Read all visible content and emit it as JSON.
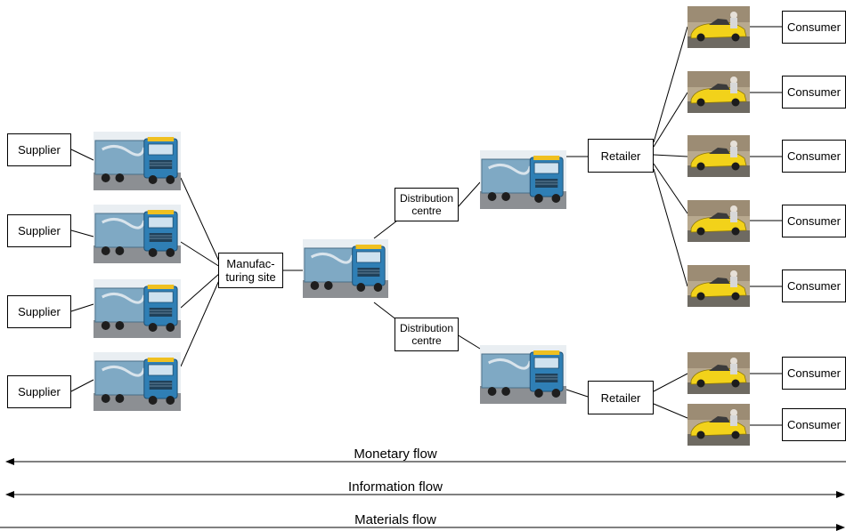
{
  "nodes": {
    "supplier_label": "Supplier",
    "manufacturing_label": "Manufac-\nturing site",
    "distribution_label": "Distribution\ncentre",
    "retailer_label": "Retailer",
    "consumer_label": "Consumer"
  },
  "flows": {
    "monetary": "Monetary flow",
    "information": "Information flow",
    "materials": "Materials flow"
  },
  "icons": {
    "truck": "truck-photo",
    "car": "yellow-sports-car-photo"
  },
  "colors": {
    "truck_cab": "#2f7fb5",
    "truck_trailer": "#7fa9c4",
    "car_body": "#f2d21a",
    "line": "#000000"
  }
}
